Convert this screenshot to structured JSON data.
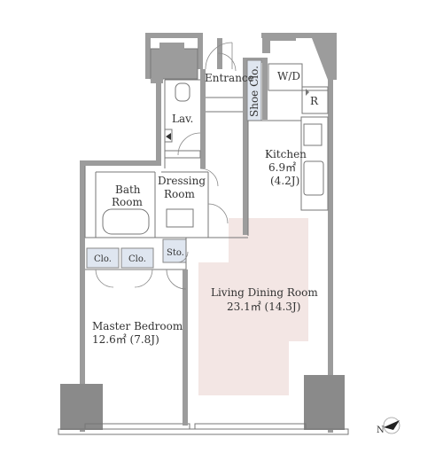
{
  "rooms": {
    "entrance": {
      "label": "Entrance"
    },
    "shoe_closet": {
      "label": "Shoe Clo."
    },
    "wd": {
      "label": "W/D"
    },
    "refrigerator": {
      "label": "R"
    },
    "lavatory": {
      "label": "Lav."
    },
    "kitchen": {
      "label": "Kitchen",
      "area_sqm": "6.9㎡",
      "area_jo": "(4.2J)"
    },
    "bath": {
      "label_line1": "Bath",
      "label_line2": "Room"
    },
    "dressing": {
      "label_line1": "Dressing",
      "label_line2": "Room"
    },
    "storage": {
      "label": "Sto."
    },
    "closet_1": {
      "label": "Clo."
    },
    "closet_2": {
      "label": "Clo."
    },
    "living": {
      "label": "Living Dining Room",
      "area": "23.1㎡  (14.3J)"
    },
    "master": {
      "label": "Master Bedroom",
      "area": "12.6㎡  (7.8J)"
    }
  },
  "colors": {
    "living_highlight": "#f3e6e4",
    "wall": "#9c9c9c",
    "storage_fill": "#dfe6f0"
  },
  "icons": {
    "north_arrow": "north-arrow-icon",
    "pipe_shaft": "pipe-shaft-icon"
  },
  "compass": {
    "label": "N"
  }
}
